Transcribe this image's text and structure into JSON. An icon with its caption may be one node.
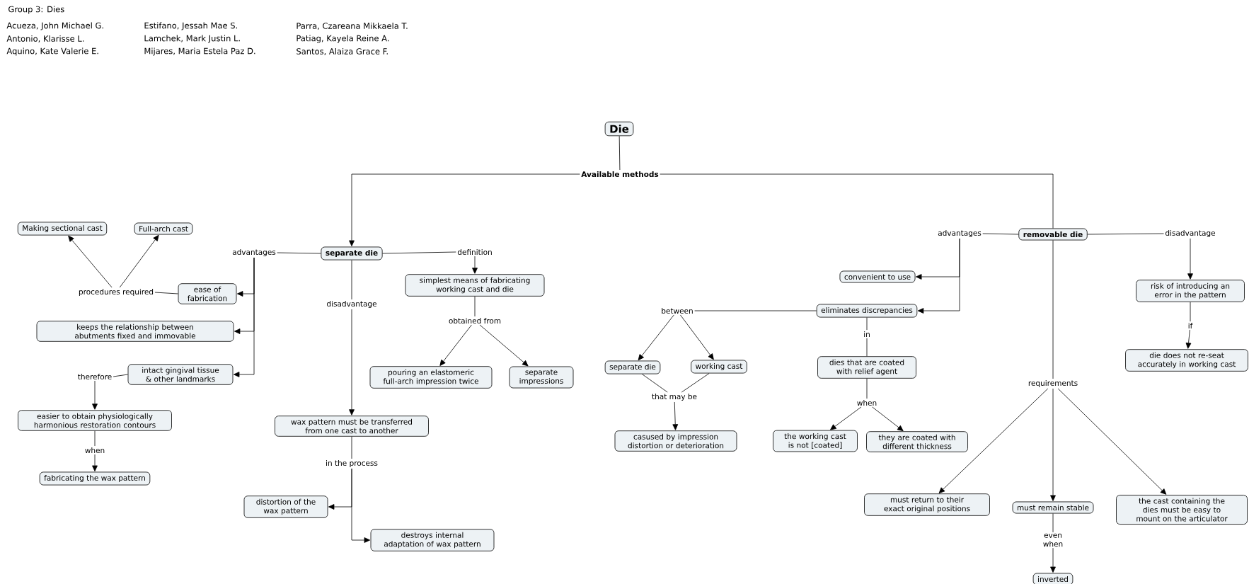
{
  "diagram": {
    "title": "Group 3: Dies",
    "nodes": [
      {
        "text": [
          "Die"
        ]
      },
      {
        "text": [
          "Available methods"
        ]
      },
      {
        "text": [
          "separate die"
        ]
      },
      {
        "text": [
          "removable die"
        ]
      },
      {
        "text": [
          "advantages"
        ]
      },
      {
        "text": [
          "definition"
        ]
      },
      {
        "text": [
          "disadvantage"
        ]
      },
      {
        "text": [
          "Making sectional cast"
        ]
      },
      {
        "text": [
          "Full-arch cast"
        ]
      },
      {
        "text": [
          "procedures required"
        ]
      },
      {
        "text": [
          "ease of fabrication"
        ]
      },
      {
        "text": [
          "keeps the relationship between abutments fixed and immovable"
        ]
      },
      {
        "text": [
          "intact gingival tissue & other landmarks"
        ]
      },
      {
        "text": [
          "therefore"
        ]
      },
      {
        "text": [
          "easier to obtain physiologically harmonious restoration contours"
        ]
      },
      {
        "text": [
          "when"
        ]
      },
      {
        "text": [
          "fabricating the wax pattern"
        ]
      },
      {
        "text": [
          "simplest means of fabricating working cast and die"
        ]
      },
      {
        "text": [
          "obtained from"
        ]
      },
      {
        "text": [
          "pouring an elastomeric full-arch impression twice"
        ]
      },
      {
        "text": [
          "separate impressions"
        ]
      },
      {
        "text": [
          "wax pattern must be transferred from one cast to another"
        ]
      },
      {
        "text": [
          "in the process"
        ]
      },
      {
        "text": [
          "distortion of the wax pattern"
        ]
      },
      {
        "text": [
          "destroys internal adaptation of wax pattern"
        ]
      },
      {
        "text": [
          "advantages"
        ]
      },
      {
        "text": [
          "disadvantage"
        ]
      },
      {
        "text": [
          "requirements"
        ]
      },
      {
        "text": [
          "convenient to use"
        ]
      },
      {
        "text": [
          "eliminates discrepancies"
        ]
      },
      {
        "text": [
          "between"
        ]
      },
      {
        "text": [
          "separate die"
        ]
      },
      {
        "text": [
          "working cast"
        ]
      },
      {
        "text": [
          "that may be"
        ]
      },
      {
        "text": [
          "casused by impression distortion or deterioration"
        ]
      },
      {
        "text": [
          "in"
        ]
      },
      {
        "text": [
          "dies that are coated with relief agent"
        ]
      },
      {
        "text": [
          "when"
        ]
      },
      {
        "text": [
          "the working cast is not [coated]"
        ]
      },
      {
        "text": [
          "they are coated with different thickness"
        ]
      },
      {
        "text": [
          "risk of introducing an error in the pattern"
        ]
      },
      {
        "text": [
          "if"
        ]
      },
      {
        "text": [
          "die does not re-seat accurately in working cast"
        ]
      },
      {
        "text": [
          "must return to their exact original positions"
        ]
      },
      {
        "text": [
          "must remain stable"
        ]
      },
      {
        "text": [
          "even when"
        ]
      },
      {
        "text": [
          "inverted"
        ]
      },
      {
        "text": [
          "the cast containing the dies must be easy to mount on the articulator"
        ]
      }
    ],
    "edges": [
      {
        "from": 0,
        "to": 1,
        "arrow": "none"
      },
      {
        "from": 1,
        "to": 2,
        "arrow": "to"
      },
      {
        "from": 1,
        "to": 3,
        "arrow": "none"
      },
      {
        "from": 2,
        "to": 4,
        "arrow": "none"
      },
      {
        "from": 4,
        "to": 10,
        "arrow": "to"
      },
      {
        "from": 4,
        "to": 11,
        "arrow": "to"
      },
      {
        "from": 4,
        "to": 12,
        "arrow": "to"
      },
      {
        "from": 10,
        "to": 9,
        "arrow": "none"
      },
      {
        "from": 9,
        "to": 7,
        "arrow": "to"
      },
      {
        "from": 9,
        "to": 8,
        "arrow": "to"
      },
      {
        "from": 12,
        "to": 13,
        "arrow": "none"
      },
      {
        "from": 13,
        "to": 14,
        "arrow": "to"
      },
      {
        "from": 14,
        "to": 15,
        "arrow": "none"
      },
      {
        "from": 15,
        "to": 16,
        "arrow": "to"
      },
      {
        "from": 2,
        "to": 5,
        "arrow": "none"
      },
      {
        "from": 5,
        "to": 17,
        "arrow": "to"
      },
      {
        "from": 17,
        "to": 18,
        "arrow": "none"
      },
      {
        "from": 18,
        "to": 19,
        "arrow": "to"
      },
      {
        "from": 18,
        "to": 20,
        "arrow": "to"
      },
      {
        "from": 2,
        "to": 6,
        "arrow": "none"
      },
      {
        "from": 6,
        "to": 21,
        "arrow": "to"
      },
      {
        "from": 21,
        "to": 22,
        "arrow": "none"
      },
      {
        "from": 22,
        "to": 23,
        "arrow": "to"
      },
      {
        "from": 22,
        "to": 24,
        "arrow": "to"
      },
      {
        "from": 3,
        "to": 25,
        "arrow": "none"
      },
      {
        "from": 25,
        "to": 28,
        "arrow": "to"
      },
      {
        "from": 25,
        "to": 29,
        "arrow": "to"
      },
      {
        "from": 29,
        "to": 30,
        "arrow": "none"
      },
      {
        "from": 30,
        "to": 31,
        "arrow": "to"
      },
      {
        "from": 30,
        "to": 32,
        "arrow": "to"
      },
      {
        "from": 31,
        "to": 33,
        "arrow": "none"
      },
      {
        "from": 32,
        "to": 33,
        "arrow": "none"
      },
      {
        "from": 33,
        "to": 34,
        "arrow": "to"
      },
      {
        "from": 29,
        "to": 35,
        "arrow": "none"
      },
      {
        "from": 35,
        "to": 36,
        "arrow": "none"
      },
      {
        "from": 36,
        "to": 37,
        "arrow": "none"
      },
      {
        "from": 37,
        "to": 38,
        "arrow": "to"
      },
      {
        "from": 37,
        "to": 39,
        "arrow": "to"
      },
      {
        "from": 3,
        "to": 26,
        "arrow": "none"
      },
      {
        "from": 26,
        "to": 40,
        "arrow": "to"
      },
      {
        "from": 40,
        "to": 41,
        "arrow": "none"
      },
      {
        "from": 41,
        "to": 42,
        "arrow": "to"
      },
      {
        "from": 3,
        "to": 27,
        "arrow": "none"
      },
      {
        "from": 27,
        "to": 43,
        "arrow": "to"
      },
      {
        "from": 27,
        "to": 44,
        "arrow": "to"
      },
      {
        "from": 27,
        "to": 47,
        "arrow": "to"
      },
      {
        "from": 44,
        "to": 45,
        "arrow": "none"
      },
      {
        "from": 45,
        "to": 46,
        "arrow": "to"
      }
    ],
    "labels": [
      "Acueza, John Michael G.",
      "Estifano, Jessah Mae S.",
      "Parra, Czareana Mikkaela T.",
      "Antonio, Klarisse L.",
      "Lamchek, Mark Justin L.",
      "Patiag, Kayela Reine A.",
      "Aquino, Kate Valerie E.",
      "Mijares, Maria Estela Paz D.",
      "Santos, Alaiza Grace F."
    ]
  }
}
